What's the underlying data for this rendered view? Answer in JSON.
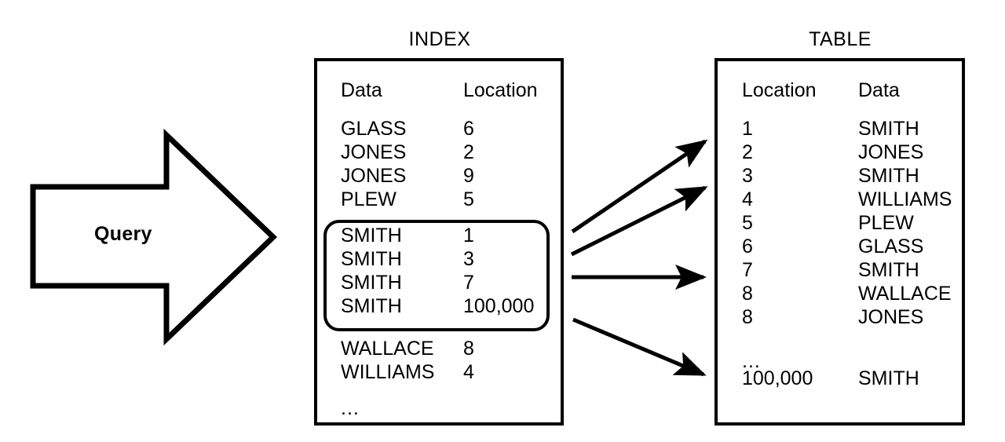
{
  "diagram": {
    "title_index": "INDEX",
    "title_table": "TABLE",
    "query_label": "Query",
    "ellipsis": "...",
    "line_color": "#000000",
    "background_color": "#ffffff"
  },
  "index_panel": {
    "title": "INDEX",
    "columns": [
      "Data",
      "Location"
    ],
    "rows": [
      {
        "data": "GLASS",
        "location": "6",
        "highlighted": false
      },
      {
        "data": "JONES",
        "location": "2",
        "highlighted": false
      },
      {
        "data": "JONES",
        "location": "9",
        "highlighted": false
      },
      {
        "data": "PLEW",
        "location": "5",
        "highlighted": false
      },
      {
        "data": "SMITH",
        "location": "1",
        "highlighted": true
      },
      {
        "data": "SMITH",
        "location": "3",
        "highlighted": true
      },
      {
        "data": "SMITH",
        "location": "7",
        "highlighted": true
      },
      {
        "data": "SMITH",
        "location": "100,000",
        "highlighted": true
      },
      {
        "data": "WALLACE",
        "location": "8",
        "highlighted": false
      },
      {
        "data": "WILLIAMS",
        "location": "4",
        "highlighted": false
      }
    ],
    "trailing_ellipsis": "..."
  },
  "table_panel": {
    "title": "TABLE",
    "columns": [
      "Location",
      "Data"
    ],
    "rows": [
      {
        "location": "1",
        "data": "SMITH"
      },
      {
        "location": "2",
        "data": "JONES"
      },
      {
        "location": "3",
        "data": "SMITH"
      },
      {
        "location": "4",
        "data": "WILLIAMS"
      },
      {
        "location": "5",
        "data": "PLEW"
      },
      {
        "location": "6",
        "data": "GLASS"
      },
      {
        "location": "7",
        "data": "SMITH"
      },
      {
        "location": "8",
        "data": "WALLACE"
      },
      {
        "location": "8",
        "data": "JONES"
      }
    ],
    "ellipsis_row": "...",
    "final_row": {
      "location": "100,000",
      "data": "SMITH"
    }
  },
  "link_arrows": [
    {
      "from_index_row": "SMITH 1",
      "to_table_row": "1 SMITH"
    },
    {
      "from_index_row": "SMITH 3",
      "to_table_row": "3 SMITH"
    },
    {
      "from_index_row": "SMITH 7",
      "to_table_row": "7 SMITH"
    },
    {
      "from_index_row": "SMITH 100,000",
      "to_table_row": "100,000 SMITH"
    }
  ]
}
